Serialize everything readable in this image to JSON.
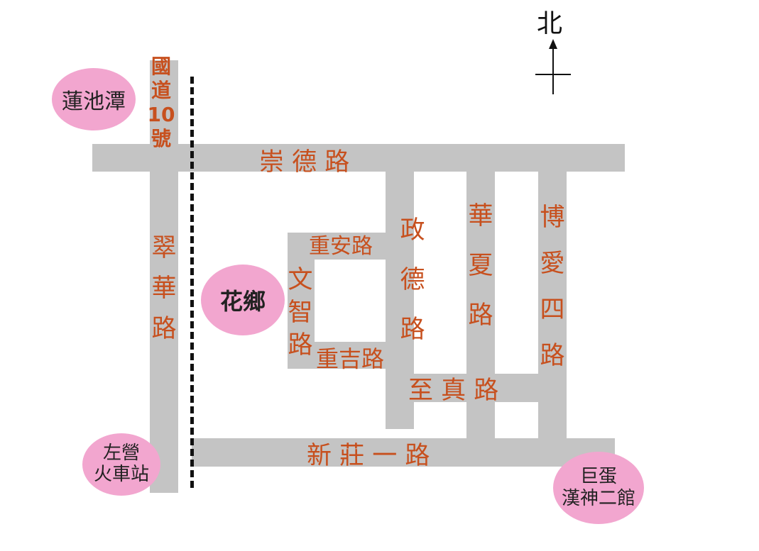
{
  "map": {
    "highway_label": [
      "國",
      "道",
      "10",
      "號"
    ],
    "roads": {
      "chongde": "崇 德 路",
      "zhengde": "政德路",
      "huaxia": "華夏路",
      "boai": "博愛四路",
      "chongan": "重安路",
      "wenzhi": "文智路",
      "chongji": "重吉路",
      "zhizhen": "至 真 路",
      "cuihua": "翠華路",
      "xinzhuang": "新 莊 一 路"
    },
    "landmarks": {
      "lotus_pond": "蓮池潭",
      "huaxiang": "花鄉",
      "zuoying_1": "左營",
      "zuoying_2": "火車站",
      "hanshin_1": "巨蛋",
      "hanshin_2": "漢神二館"
    },
    "compass": {
      "north": "北"
    },
    "colors": {
      "road": "#c4c4c4",
      "road_label": "#c7501e",
      "landmark": "#f2a6cf",
      "highway": "#111111"
    }
  }
}
